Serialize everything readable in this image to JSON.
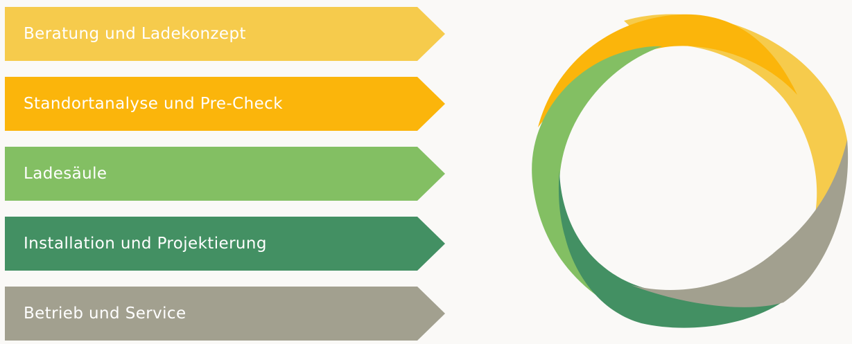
{
  "steps": [
    {
      "label": "Beratung und Ladekonzept",
      "color": "#f6cb4c"
    },
    {
      "label": "Standortanalyse und Pre-Check",
      "color": "#fbb50b"
    },
    {
      "label": "Ladesäule",
      "color": "#83bf63"
    },
    {
      "label": "Installation und Projektierung",
      "color": "#439063"
    },
    {
      "label": "Betrieb und Service",
      "color": "#a2a08f"
    }
  ]
}
